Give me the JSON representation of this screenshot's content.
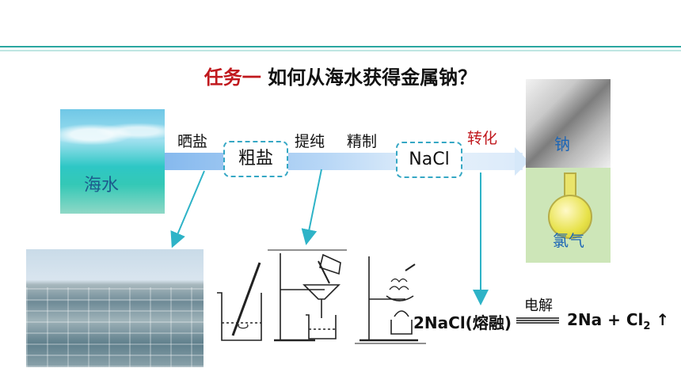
{
  "title": {
    "part1": "任务一",
    "part2": "如何从海水获得金属钠？"
  },
  "sea_label": "海水",
  "steps": {
    "s1": "晒盐",
    "s2": "提纯",
    "s3": "精制",
    "s4": "转化"
  },
  "boxes": {
    "crude_salt": "粗盐",
    "nacl": "NaCl"
  },
  "products": {
    "sodium": "钠",
    "chlorine": "氯气"
  },
  "equation": {
    "left": "2NaCl(熔融)",
    "condition": "电解",
    "right_prefix": "2Na + Cl",
    "subscript": "2",
    "arrow": "↑"
  },
  "colors": {
    "accent_red": "#c0181d",
    "rule": "#2aa6a0",
    "dashed_box": "#35a7c4",
    "pointer": "#2eb3c7"
  }
}
